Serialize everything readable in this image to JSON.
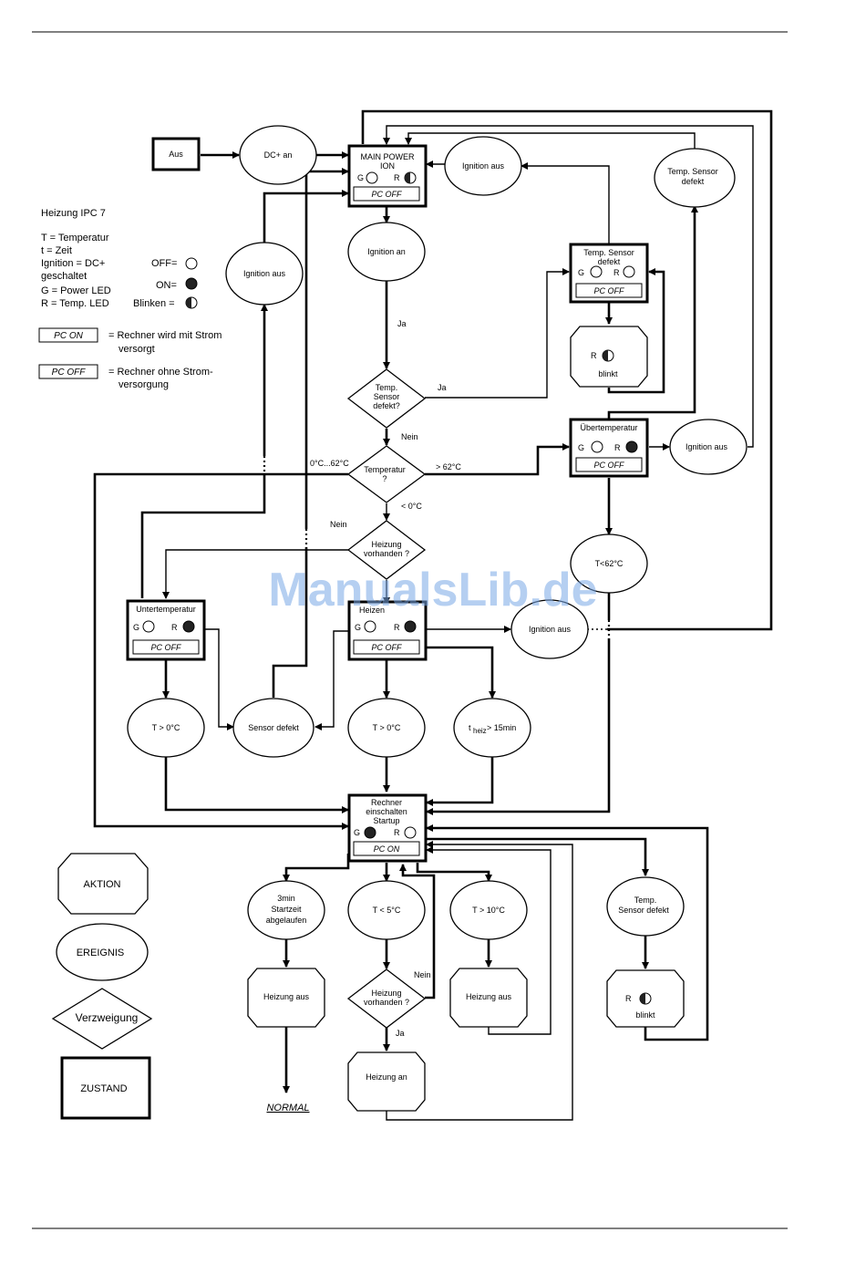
{
  "legend": {
    "title": "Heizung IPC 7",
    "lines": [
      "T = Temperatur",
      "t = Zeit",
      "Ignition = DC+",
      "geschaltet",
      "G = Power LED",
      "R = Temp. LED"
    ],
    "off_label": "OFF=",
    "on_label": "ON=",
    "blink_label": "Blinken =",
    "pc_on_box": "PC ON",
    "pc_on_desc_1": "= Rechner wird mit Strom",
    "pc_on_desc_2": "versorgt",
    "pc_off_box": "PC OFF",
    "pc_off_desc_1": "= Rechner ohne Strom-",
    "pc_off_desc_2": "versorgung"
  },
  "shape_legend": {
    "aktion": "AKTION",
    "ereignis": "EREIGNIS",
    "verzweigung": "Verzweigung",
    "zustand": "ZUSTAND"
  },
  "nodes": {
    "aus": "Aus",
    "dc_an": "DC+ an",
    "main_power_1": "MAIN POWER",
    "main_power_2": "ION",
    "g": "G",
    "r": "R",
    "pc_off": "PC OFF",
    "pc_on": "PC ON",
    "ignition_aus": "Ignition aus",
    "ignition_an": "Ignition an",
    "temp_sensor_defekt_ev_1": "Temp. Sensor",
    "temp_sensor_defekt_ev_2": "defekt",
    "temp_sensor_state_1": "Temp. Sensor",
    "temp_sensor_state_2": "defekt",
    "blinkt": "blinkt",
    "ja": "Ja",
    "nein": "Nein",
    "sensor_q_1": "Temp.",
    "sensor_q_2": "Sensor",
    "sensor_q_3": "defekt?",
    "temperatur_q_1": "Temperatur",
    "temperatur_q_2": "?",
    "range_0_62": "0°C...62°C",
    "gt_62": "> 62°C",
    "lt_0": "< 0°C",
    "uebertemperatur": "Übertemperatur",
    "t_lt_62": "T<62°C",
    "heizung_vorhanden_1": "Heizung",
    "heizung_vorhanden_2": "vorhanden ?",
    "untertemperatur": "Untertemperatur",
    "heizen": "Heizen",
    "t_gt_0": "T > 0°C",
    "sensor_defekt": "Sensor defekt",
    "t_heiz_prefix": "t",
    "t_heiz_sub": "heiz",
    "t_heiz_suffix": "> 15min",
    "rechner_1": "Rechner",
    "rechner_2": "einschalten",
    "rechner_3": "Startup",
    "startzeit_1": "3min",
    "startzeit_2": "Startzeit",
    "startzeit_3": "abgelaufen",
    "t_lt_5": "T < 5°C",
    "t_gt_10": "T > 10°C",
    "temp_sensordefekt_1": "Temp.",
    "temp_sensordefekt_2": "Sensor defekt",
    "heizung_aus": "Heizung aus",
    "heizung_an": "Heizung an",
    "normal": "NORMAL"
  },
  "watermark": "ManualsLib.de"
}
